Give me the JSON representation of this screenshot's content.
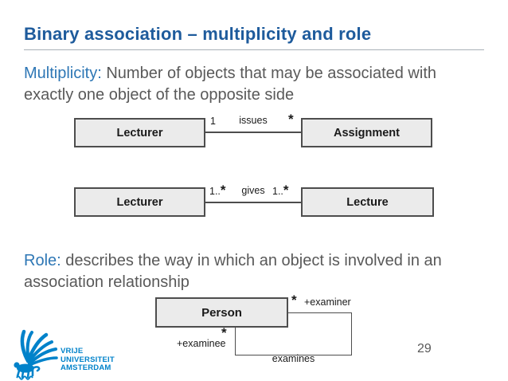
{
  "slide": {
    "title": "Binary association – multiplicity and role",
    "page_number": "29"
  },
  "paragraphs": {
    "multiplicity": {
      "term": "Multiplicity:",
      "text": " Number of objects that may be associated with exactly one object of the opposite side"
    },
    "role": {
      "term": "Role:",
      "text": " describes the way in which an object is involved in an association relationship"
    }
  },
  "diagrams": {
    "issues": {
      "left_class": "Lecturer",
      "right_class": "Assignment",
      "left_mult": "1",
      "left_mult_star": "",
      "assoc_name": "issues",
      "right_mult": "",
      "right_mult_star": "*"
    },
    "gives": {
      "left_class": "Lecturer",
      "right_class": "Lecture",
      "left_mult": "1..",
      "left_mult_star": "*",
      "assoc_name": "gives",
      "right_mult": "1..",
      "right_mult_star": "*"
    },
    "examines": {
      "class_name": "Person",
      "examiner_mult": "*",
      "examiner_role": "+examiner",
      "examinee_mult": "*",
      "examinee_role": "+examinee",
      "assoc_name": "examines"
    }
  },
  "logo": {
    "icon": "vu-griffin-logo",
    "line1": "VRIJE",
    "line2": "UNIVERSITEIT",
    "line3": "AMSTERDAM"
  },
  "colors": {
    "title_blue": "#1e5b9c",
    "term_blue": "#2e77b5",
    "body_gray": "#595959",
    "box_fill": "#ebebeb",
    "box_border": "#4d4d4d",
    "logo_blue": "#0082ca"
  }
}
